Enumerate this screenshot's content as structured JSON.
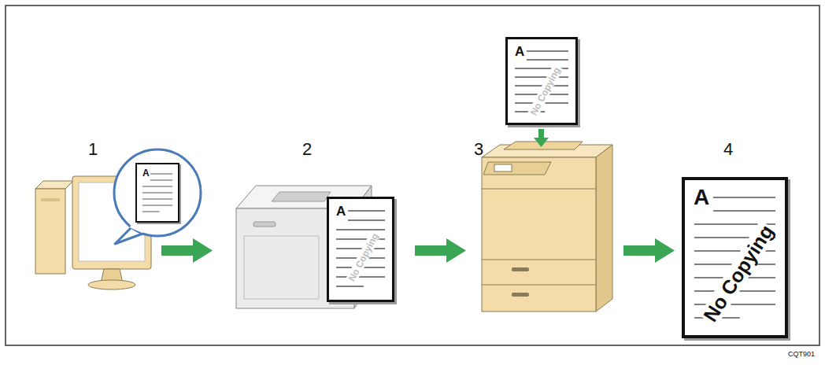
{
  "diagram": {
    "nodes": [
      {
        "text": [
          "A"
        ]
      },
      {
        "text": [
          "A",
          "No Copying"
        ]
      },
      {
        "text": [
          "A",
          "No Copying"
        ]
      },
      {
        "text": [
          "A",
          "No Copying"
        ]
      }
    ],
    "labels": [
      "1",
      "2",
      "3",
      "4",
      "CQT901"
    ]
  }
}
